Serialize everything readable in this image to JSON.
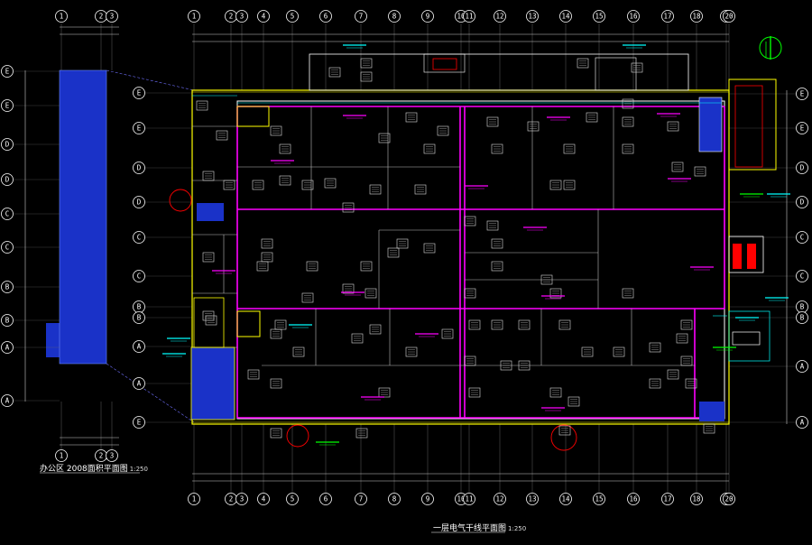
{
  "drawing": {
    "main_title": "一层电气干线平面图",
    "main_scale": "1:250",
    "office_title": "办公区 2008面积平面图",
    "office_scale": "1:250"
  },
  "grid": {
    "top_axis_labels": [
      "1",
      "2",
      "3",
      "4",
      "5",
      "6",
      "7",
      "8",
      "9",
      "10",
      "11",
      "12",
      "13",
      "14",
      "15",
      "16",
      "17",
      "18",
      "19",
      "20"
    ],
    "bottom_axis_labels": [
      "1",
      "2",
      "3",
      "4",
      "5",
      "6",
      "7",
      "8",
      "9",
      "10",
      "11",
      "12",
      "13",
      "14",
      "15",
      "16",
      "17",
      "18",
      "19",
      "20"
    ],
    "office_top_labels": [
      "1",
      "2",
      "3"
    ],
    "office_bottom_labels": [
      "1",
      "2",
      "3"
    ],
    "left_axis_labels": [
      "E",
      "E",
      "D",
      "D",
      "C",
      "C",
      "B",
      "B",
      "A",
      "A"
    ],
    "right_axis_labels": [
      "E",
      "E",
      "D",
      "D",
      "C",
      "C",
      "B",
      "B",
      "A",
      "A"
    ]
  },
  "colors": {
    "background": "#000000",
    "walls": "#ffffff",
    "grid_line": "#9a9a9a",
    "partition": "#ff00ff",
    "outline": "#ffff00",
    "annotation": "#00ffff",
    "equipment": "#ff0000",
    "office_fill": "#1a32c8",
    "north": "#00ff00"
  },
  "icons": [
    "north-arrow-icon"
  ]
}
